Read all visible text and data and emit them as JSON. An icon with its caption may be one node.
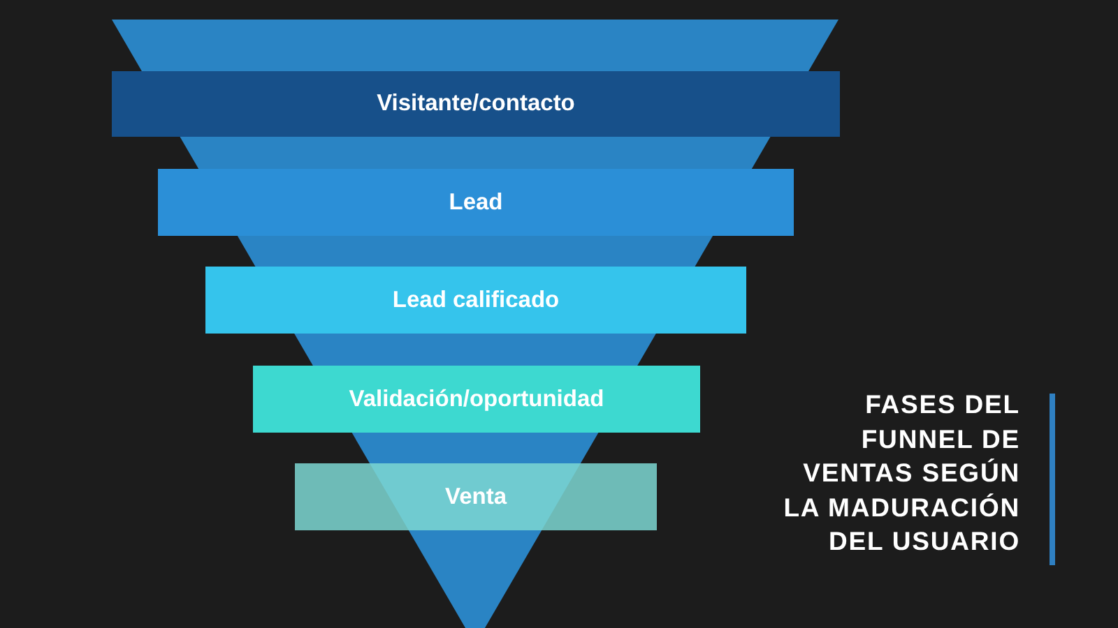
{
  "diagram": {
    "title": "FASES DEL FUNNEL DE VENTAS SEGÚN LA MADURACIÓN DEL USUARIO",
    "nodes": [
      {
        "text": [
          "Visitante/contacto"
        ]
      },
      {
        "text": [
          "Lead"
        ]
      },
      {
        "text": [
          "Lead calificado"
        ]
      },
      {
        "text": [
          "Validación/oportunidad"
        ]
      },
      {
        "text": [
          "Venta"
        ]
      }
    ]
  }
}
